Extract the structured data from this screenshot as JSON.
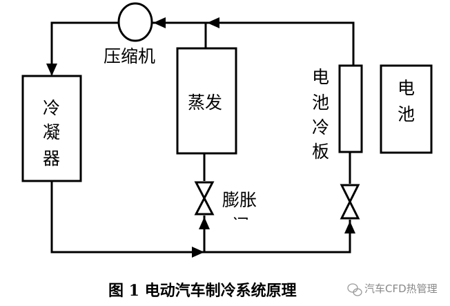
{
  "components": {
    "compressor": "压缩机",
    "condenser": [
      "冷",
      "凝",
      "器"
    ],
    "evaporator": "蒸发",
    "expansion_valve": "膨胀",
    "expansion_valve_cut": "阀",
    "battery_cold_plate": [
      "电",
      "池",
      "冷",
      "板"
    ],
    "battery": [
      "电",
      "池"
    ]
  },
  "caption": "图 1  电动汽车制冷系统原理",
  "watermark": "汽车CFD热管理"
}
